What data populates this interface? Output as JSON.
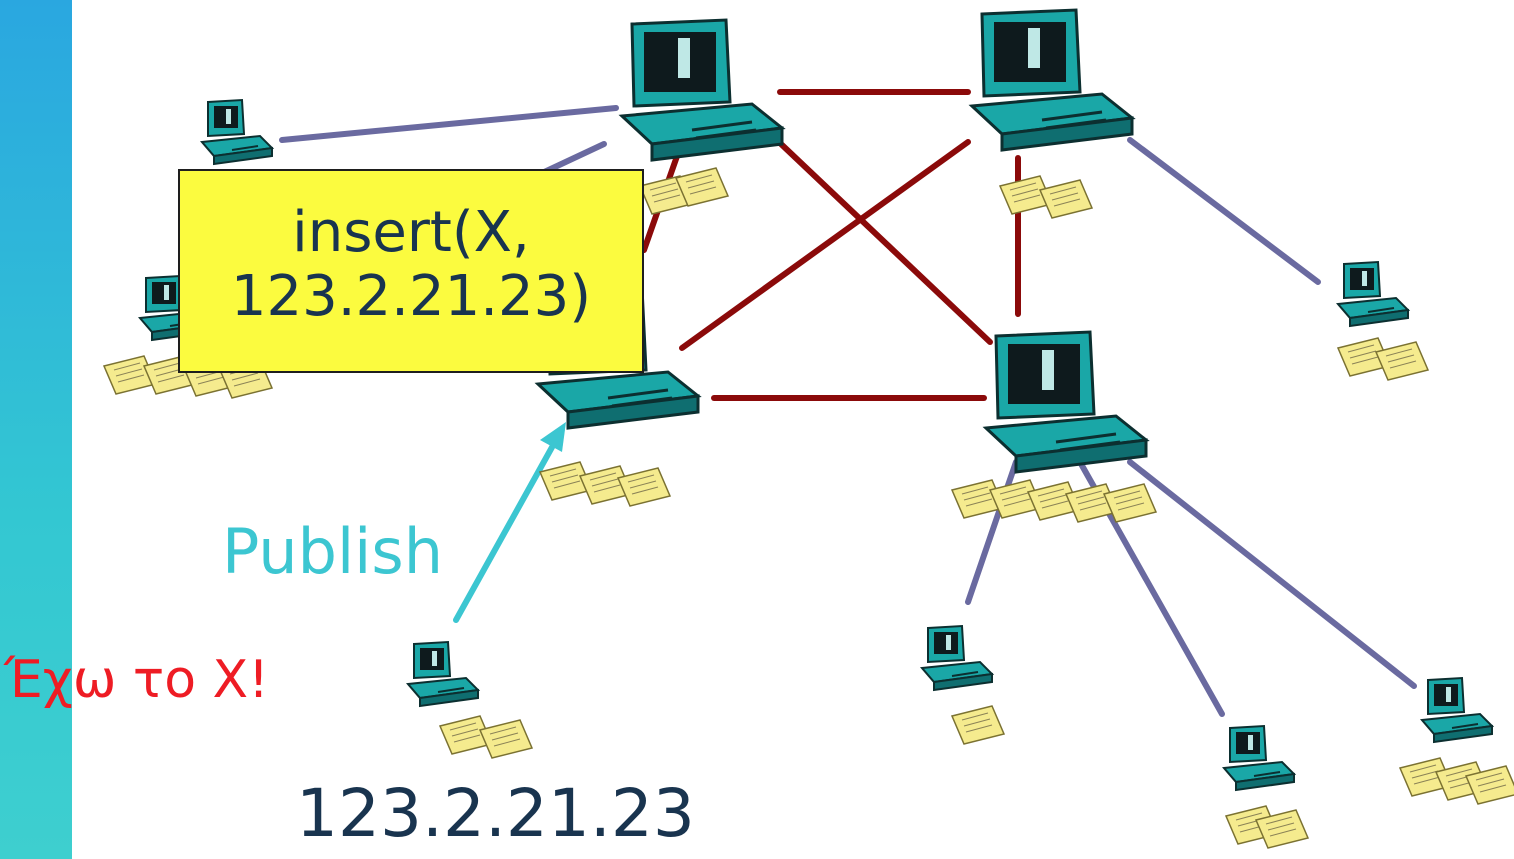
{
  "callout": {
    "line1": "insert(X,",
    "line2": "123.2.21.23)"
  },
  "labels": {
    "publish": "Publish",
    "have_x": "Έχω το X!",
    "ip_address": "123.2.21.23"
  },
  "colors": {
    "supernode_link": "#8b0a0a",
    "peer_link": "#6a6aa0",
    "publish_arrow": "#3cc6d1",
    "callout_bg": "#fbfb3f",
    "side_bar": "#33c7d2",
    "computer": "#1aa7a7",
    "file_card": "#f5eb8e"
  },
  "icons": {
    "computer": "computer-icon",
    "file": "file-card-icon"
  }
}
